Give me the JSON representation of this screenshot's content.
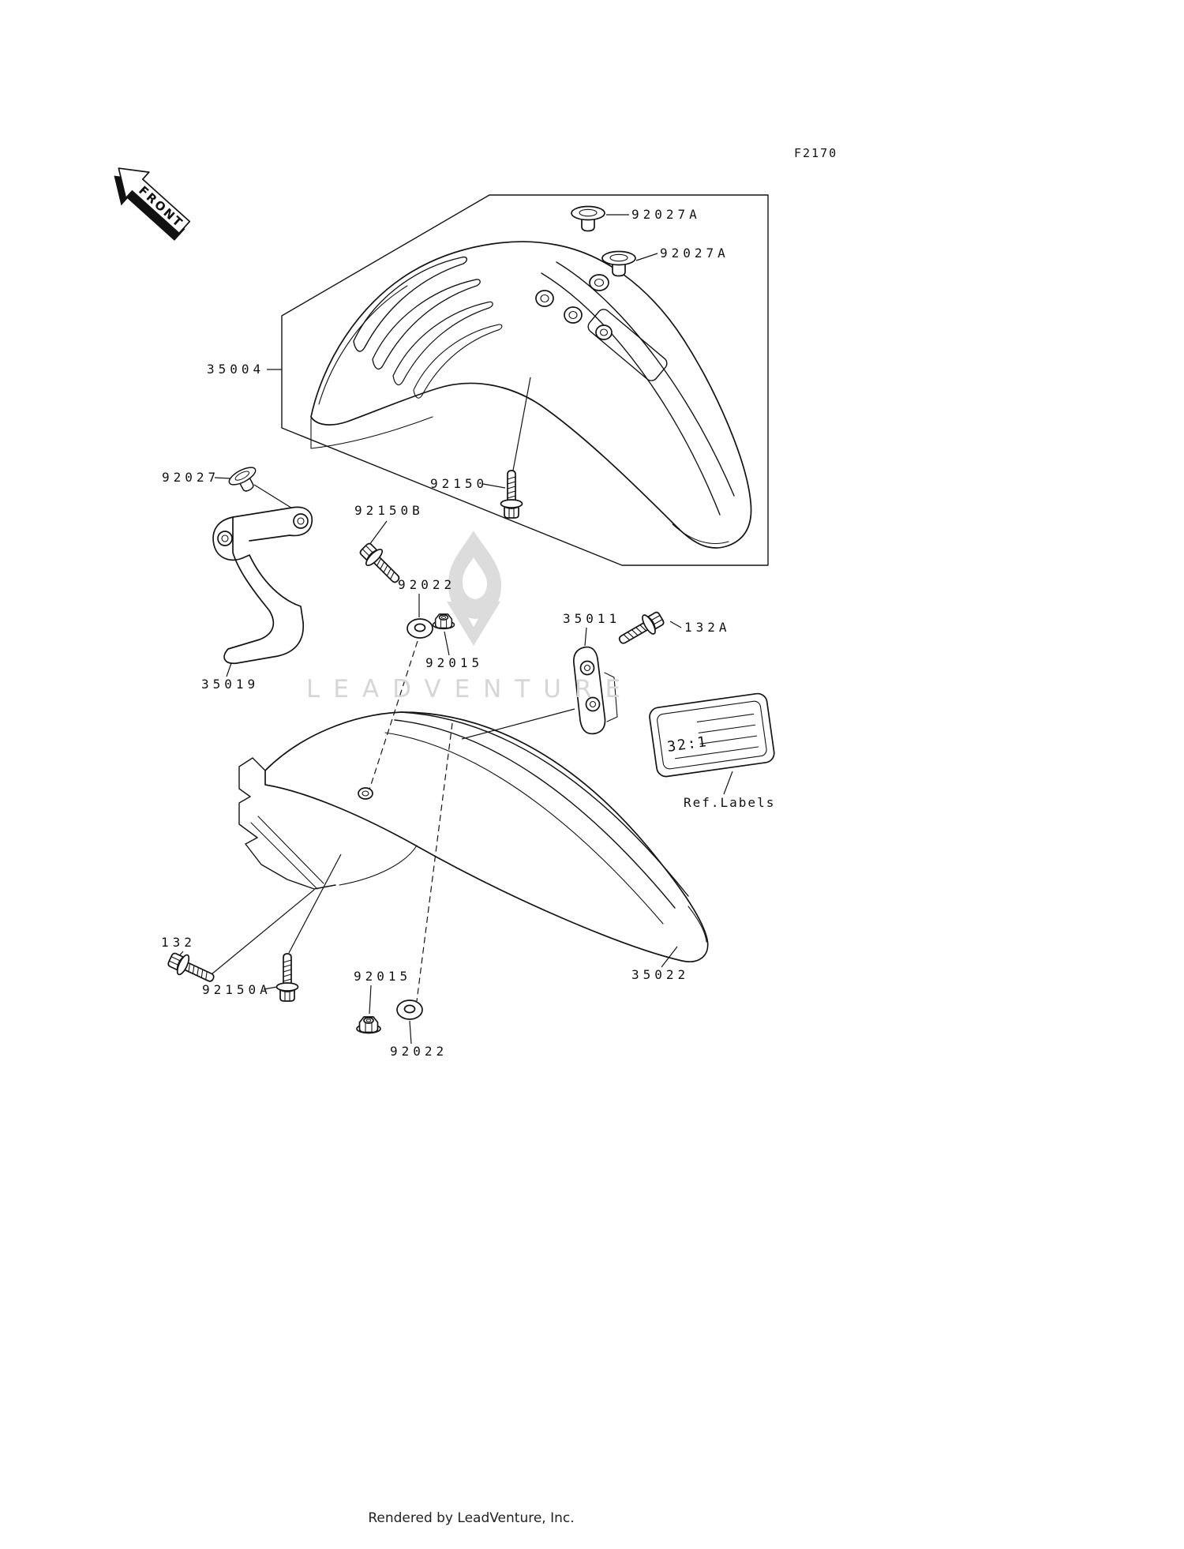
{
  "page": {
    "figure_code": "F2170",
    "front_label": "FRONT",
    "watermark_text": "LEADVENTURE",
    "footer_text": "Rendered by LeadVenture, Inc."
  },
  "ref_plate": {
    "text": "32:1"
  },
  "labels": {
    "p92027a_1": "92027A",
    "p92027a_2": "92027A",
    "p35004": "35004",
    "p92027": "92027",
    "p92150b": "92150B",
    "p92150": "92150",
    "p92022_top": "92022",
    "p92015_top": "92015",
    "p35011": "35011",
    "p132a": "132A",
    "p35019": "35019",
    "pref_labels": "Ref.Labels",
    "p132": "132",
    "p92150a": "92150A",
    "p92015_bottom": "92015",
    "p92022_bottom": "92022",
    "p35022": "35022"
  }
}
